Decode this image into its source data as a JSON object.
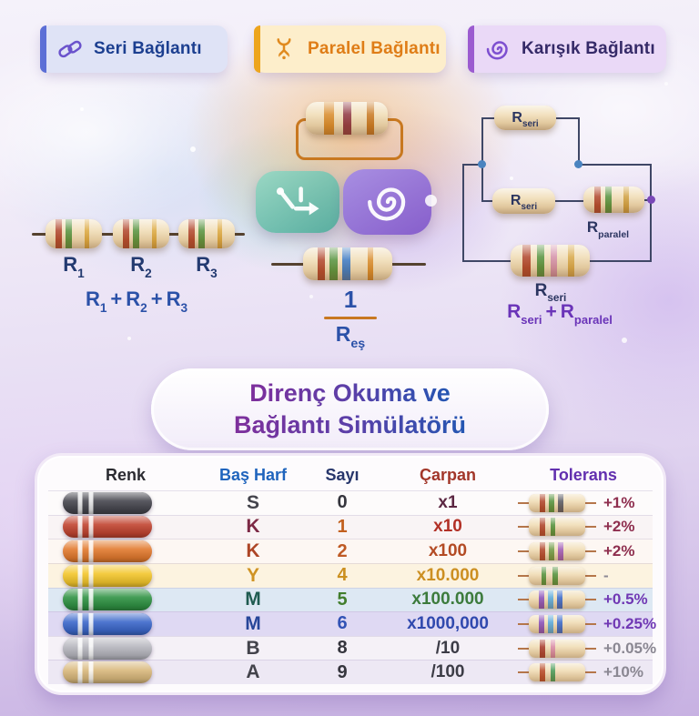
{
  "tabs": [
    {
      "label": "Seri Bağlantı",
      "icon": "chain-link-icon",
      "bg": "#dfe3f6",
      "accent": "#5c6fd6",
      "text_color": "#1c3f90",
      "icon_color": "#6a52cc"
    },
    {
      "label": "Paralel Bağlantı",
      "icon": "parallel-split-icon",
      "bg": "#fdeecb",
      "accent": "#eda51d",
      "text_color": "#df7d17",
      "icon_color": "#e08a1e"
    },
    {
      "label": "Karışık Bağlantı",
      "icon": "spiral-icon",
      "bg": "#ead9f7",
      "accent": "#9b5bd0",
      "text_color": "#352a68",
      "icon_color": "#7d4fd0"
    }
  ],
  "series_panel": {
    "resistors": [
      {
        "base": "R",
        "sub": "1"
      },
      {
        "base": "R",
        "sub": "2"
      },
      {
        "base": "R",
        "sub": "3"
      }
    ],
    "formula_op": "+",
    "label_color": "#233a70",
    "formula_color": "#2b51a8",
    "band_set": [
      {
        "x": "18%",
        "w": "11%",
        "c": "#b0452a"
      },
      {
        "x": "35%",
        "w": "11%",
        "c": "#55923c"
      },
      {
        "x": "70%",
        "w": "7%",
        "c": "#dca83e"
      }
    ]
  },
  "parallel_panel": {
    "numerator": "1",
    "denominator": {
      "base": "R",
      "sub": "eş"
    },
    "loop_resistor_bands": [
      {
        "x": "22%",
        "w": "13%",
        "c": "#d88a28"
      },
      {
        "x": "46%",
        "w": "10%",
        "c": "#8f3540"
      },
      {
        "x": "74%",
        "w": "9%",
        "c": "#c87820"
      }
    ],
    "sum_resistor_bands": [
      {
        "x": "16%",
        "w": "9%",
        "c": "#b0452a"
      },
      {
        "x": "30%",
        "w": "9%",
        "c": "#55923c"
      },
      {
        "x": "44%",
        "w": "9%",
        "c": "#3a78c0"
      },
      {
        "x": "72%",
        "w": "7%",
        "c": "#d88a28"
      }
    ]
  },
  "mixed_panel": {
    "r_top": {
      "base": "R",
      "sub": "seri"
    },
    "r_mid": {
      "base": "R",
      "sub": "seri"
    },
    "r_paralel_label": {
      "base": "R",
      "sub": "paralel"
    },
    "r_bottom_label": {
      "base": "R",
      "sub": "seri"
    },
    "formula": {
      "left": {
        "base": "R",
        "sub": "seri"
      },
      "op": "+",
      "right": {
        "base": "R",
        "sub": "paralel"
      }
    },
    "formula_color": "#6a34b8",
    "label_color": "#2b3560",
    "node_blue": "#4a84c0",
    "node_purple": "#7a48b8",
    "paralel_bands": [
      {
        "x": "18%",
        "w": "10%",
        "c": "#b0452a"
      },
      {
        "x": "36%",
        "w": "10%",
        "c": "#55923c"
      },
      {
        "x": "66%",
        "w": "8%",
        "c": "#d0a040"
      }
    ],
    "bottom_bands": [
      {
        "x": "15%",
        "w": "10%",
        "c": "#b0452a"
      },
      {
        "x": "33%",
        "w": "10%",
        "c": "#55923c"
      },
      {
        "x": "51%",
        "w": "8%",
        "c": "#d490a8"
      },
      {
        "x": "72%",
        "w": "8%",
        "c": "#d8a848"
      }
    ]
  },
  "title": {
    "line1": "Direnç Okuma ve",
    "line2": "Bağlantı Simülatörü",
    "gradient_from": "#7e2f9c",
    "gradient_to": "#2356b2"
  },
  "table": {
    "headers": [
      {
        "label": "Renk",
        "color": "#2b2b31"
      },
      {
        "label": "Baş Harf",
        "color": "#1f64bd"
      },
      {
        "label": "Sayı",
        "color": "#27366b"
      },
      {
        "label": "Çarpan",
        "color": "#a23629"
      },
      {
        "label": "Tolerans",
        "color": "#6230af"
      }
    ],
    "rows": [
      {
        "color": "black",
        "pill_color": "#46464e",
        "letter": "S",
        "letter_color": "#44444c",
        "digit": "0",
        "digit_color": "#35353d",
        "multiplier": "x1",
        "multiplier_color": "#5c2742",
        "tolerance": "+1%",
        "tolerance_color": "#8e2e4e",
        "row_bg": "#fdfbfb",
        "bands": [
          {
            "x": "20%",
            "w": "9%",
            "c": "#b0452a"
          },
          {
            "x": "36%",
            "w": "9%",
            "c": "#55923c"
          },
          {
            "x": "52%",
            "w": "9%",
            "c": "#5a5a62"
          }
        ]
      },
      {
        "color": "red",
        "pill_color": "#c14430",
        "letter": "K",
        "letter_color": "#7c2844",
        "digit": "1",
        "digit_color": "#c2601e",
        "multiplier": "x10",
        "multiplier_color": "#b23026",
        "tolerance": "+2%",
        "tolerance_color": "#8e2e4e",
        "row_bg": "#f9f4f5",
        "bands": [
          {
            "x": "20%",
            "w": "9%",
            "c": "#b0452a"
          },
          {
            "x": "38%",
            "w": "9%",
            "c": "#55923c"
          }
        ]
      },
      {
        "color": "orange",
        "pill_color": "#e27a2e",
        "letter": "K",
        "letter_color": "#ad4526",
        "digit": "2",
        "digit_color": "#bf5a24",
        "multiplier": "x100",
        "multiplier_color": "#b34b24",
        "tolerance": "+2%",
        "tolerance_color": "#8e2e4e",
        "row_bg": "#fdf7f3",
        "bands": [
          {
            "x": "20%",
            "w": "9%",
            "c": "#b0452a"
          },
          {
            "x": "36%",
            "w": "9%",
            "c": "#6f9a44"
          },
          {
            "x": "52%",
            "w": "9%",
            "c": "#a05ab4"
          }
        ]
      },
      {
        "color": "yellow",
        "pill_color": "#f3c62c",
        "letter": "Y",
        "letter_color": "#cf9323",
        "digit": "4",
        "digit_color": "#cb8f1f",
        "multiplier": "x10.000",
        "multiplier_color": "#cc8f22",
        "tolerance": "-",
        "tolerance_color": "#8c8894",
        "row_bg": "#fcf3e0",
        "bands": [
          {
            "x": "22%",
            "w": "9%",
            "c": "#55923c"
          },
          {
            "x": "42%",
            "w": "9%",
            "c": "#55923c"
          }
        ]
      },
      {
        "color": "green",
        "pill_color": "#2f9243",
        "letter": "M",
        "letter_color": "#1f5b50",
        "digit": "5",
        "digit_color": "#417d2c",
        "multiplier": "x100.000",
        "multiplier_color": "#3c7b3c",
        "tolerance": "+0.5%",
        "tolerance_color": "#7038b4",
        "row_bg": "#dde8f3",
        "bands": [
          {
            "x": "18%",
            "w": "9%",
            "c": "#8a50b8"
          },
          {
            "x": "34%",
            "w": "9%",
            "c": "#5aa8d8"
          },
          {
            "x": "50%",
            "w": "9%",
            "c": "#3a68c8"
          }
        ]
      },
      {
        "color": "blue",
        "pill_color": "#3b67ca",
        "letter": "M",
        "letter_color": "#274699",
        "digit": "6",
        "digit_color": "#3253b5",
        "multiplier": "x1000,000",
        "multiplier_color": "#3049ae",
        "tolerance": "+0.25%",
        "tolerance_color": "#7038b4",
        "row_bg": "#dfd9f3",
        "bands": [
          {
            "x": "18%",
            "w": "9%",
            "c": "#8a50b8"
          },
          {
            "x": "34%",
            "w": "9%",
            "c": "#5aa8d8"
          },
          {
            "x": "50%",
            "w": "9%",
            "c": "#3a68c8"
          }
        ]
      },
      {
        "color": "silver",
        "pill_color": "#b6b6be",
        "letter": "B",
        "letter_color": "#43434b",
        "digit": "8",
        "digit_color": "#35353d",
        "multiplier": "/10",
        "multiplier_color": "#3c3c46",
        "tolerance": "+0.05%",
        "tolerance_color": "#8a8792",
        "row_bg": "#f5f1f7",
        "bands": [
          {
            "x": "20%",
            "w": "9%",
            "c": "#a83c2c"
          },
          {
            "x": "38%",
            "w": "9%",
            "c": "#d98aa4"
          }
        ]
      },
      {
        "color": "gold",
        "pill_color": "#d9b87c",
        "letter": "A",
        "letter_color": "#43434b",
        "digit": "9",
        "digit_color": "#35353d",
        "multiplier": "/100",
        "multiplier_color": "#3c3c46",
        "tolerance": "+10%",
        "tolerance_color": "#8a8792",
        "row_bg": "#ede8f4",
        "bands": [
          {
            "x": "20%",
            "w": "9%",
            "c": "#b84a28"
          },
          {
            "x": "38%",
            "w": "9%",
            "c": "#4a9a58"
          }
        ]
      }
    ]
  }
}
